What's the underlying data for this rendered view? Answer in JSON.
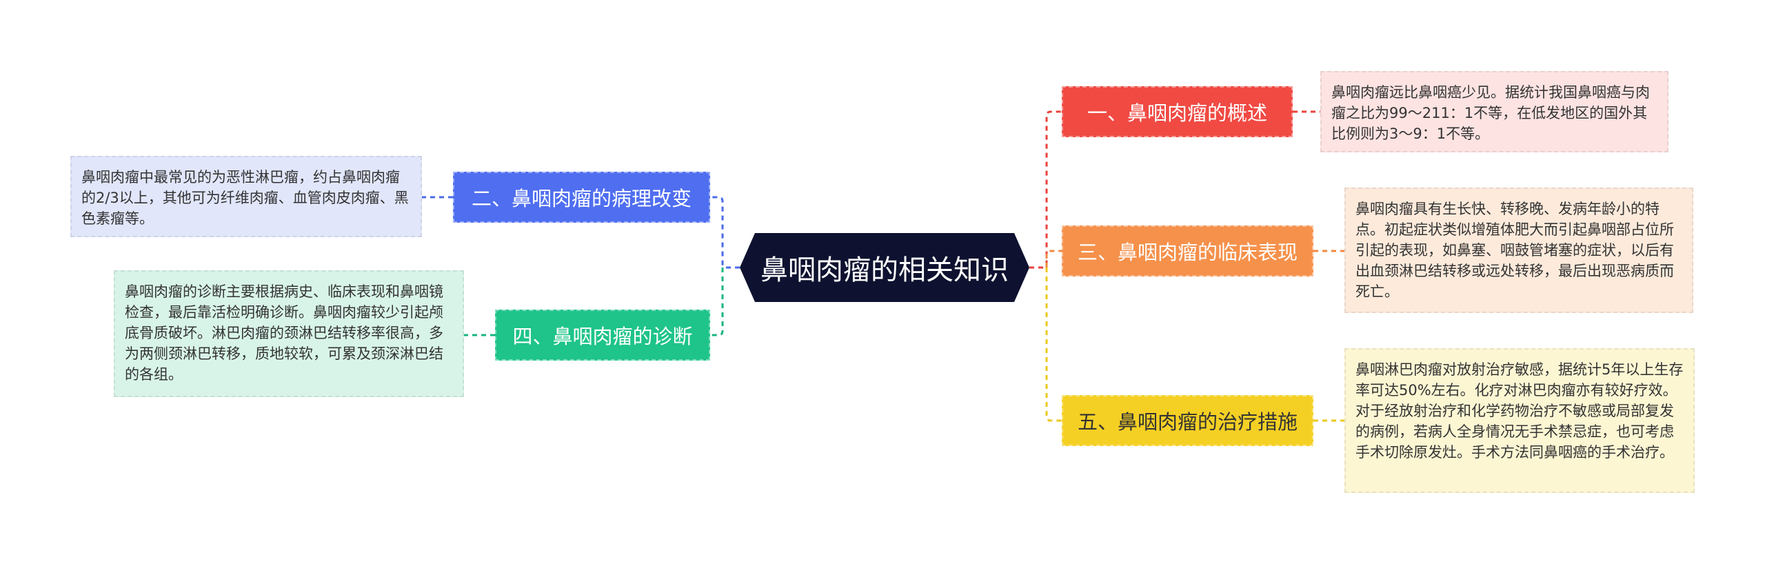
{
  "center": {
    "label": "鼻咽肉瘤的相关知识",
    "color": "#0e1230"
  },
  "branches": [
    {
      "label": "一、鼻咽肉瘤的概述",
      "color": "#f04a43",
      "line": "#e8413a",
      "leaf": {
        "text": "鼻咽肉瘤远比鼻咽癌少见。据统计我国鼻咽癌与肉瘤之比为99～211：1不等，在低发地区的国外其比例则为3～9：1不等。",
        "bg": "#fde3e2"
      }
    },
    {
      "label": "二、鼻咽肉瘤的病理改变",
      "color": "#4f6ef0",
      "line": "#4a6ae8",
      "leaf": {
        "text": "鼻咽肉瘤中最常见的为恶性淋巴瘤，约占鼻咽肉瘤的2/3以上，其他可为纤维肉瘤、血管肉皮肉瘤、黑色素瘤等。",
        "bg": "#e1e6fb"
      }
    },
    {
      "label": "三、鼻咽肉瘤的临床表现",
      "color": "#f5914b",
      "line": "#f0893f",
      "leaf": {
        "text": "鼻咽肉瘤具有生长快、转移晚、发病年龄小的特点。初起症状类似增殖体肥大而引起鼻咽部占位所引起的表现，如鼻塞、咽鼓管堵塞的症状，以后有出血颈淋巴结转移或远处转移，最后出现恶病质而死亡。",
        "bg": "#fdeadb"
      }
    },
    {
      "label": "四、鼻咽肉瘤的诊断",
      "color": "#1ec489",
      "line": "#18b57e",
      "leaf": {
        "text": "鼻咽肉瘤的诊断主要根据病史、临床表现和鼻咽镜检查，最后靠活检明确诊断。鼻咽肉瘤较少引起颅底骨质破坏。淋巴肉瘤的颈淋巴结转移率很高，多为两侧颈淋巴转移，质地较软，可累及颈深淋巴结的各组。",
        "bg": "#d8f4e8"
      }
    },
    {
      "label": "五、鼻咽肉瘤的治疗措施",
      "color": "#f5d024",
      "line": "#ecc81e",
      "leaf": {
        "text": "鼻咽淋巴肉瘤对放射治疗敏感，据统计5年以上生存率可达50%左右。化疗对淋巴肉瘤亦有较好疗效。对于经放射治疗和化学药物治疗不敏感或局部复发的病例，若病人全身情况无手术禁忌症，也可考虑手术切除原发灶。手术方法同鼻咽癌的手术治疗。",
        "bg": "#fcf6d3"
      }
    }
  ]
}
